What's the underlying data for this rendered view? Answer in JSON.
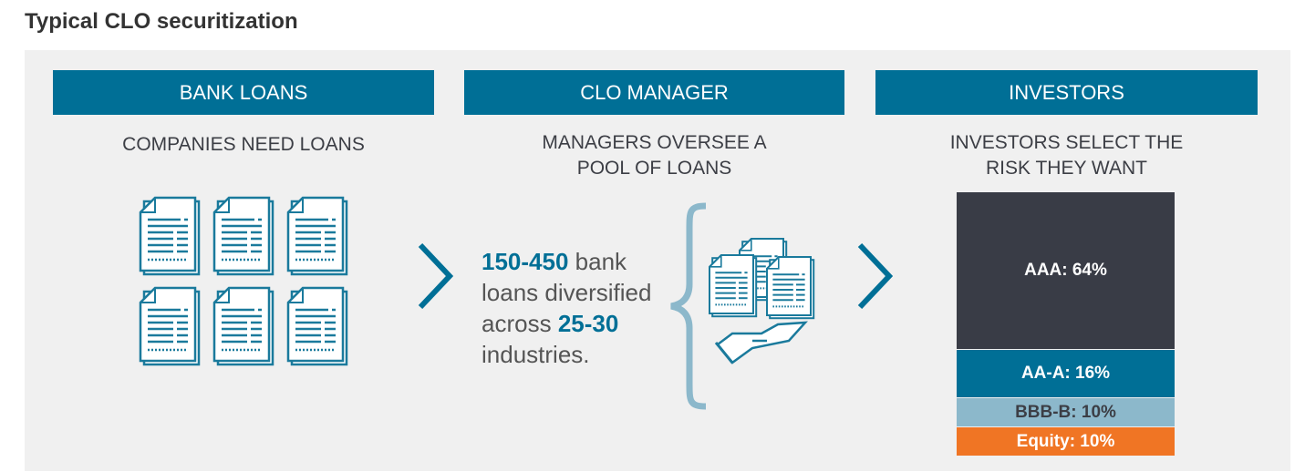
{
  "title": "Typical CLO securitization",
  "columns": [
    {
      "header": "BANK LOANS",
      "subtitle": "COMPANIES NEED LOANS"
    },
    {
      "header": "CLO MANAGER",
      "subtitle_line1": "MANAGERS OVERSEE A",
      "subtitle_line2": "POOL OF LOANS"
    },
    {
      "header": "INVESTORS",
      "subtitle_line1": "INVESTORS SELECT THE",
      "subtitle_line2": "RISK THEY WANT"
    }
  ],
  "manager_text": {
    "num1": "150-450",
    "t1": " bank loans diversified across ",
    "num2": "25-30",
    "t2": " industries."
  },
  "tranches": [
    {
      "label": "AAA: 64%",
      "value": 64,
      "color": "#393c46"
    },
    {
      "label": "AA-A: 16%",
      "value": 16,
      "color": "#006f96"
    },
    {
      "label": "BBB-B: 10%",
      "value": 10,
      "color": "#8cb8cb"
    },
    {
      "label": "Equity: 10%",
      "value": 10,
      "color": "#f07524"
    }
  ]
}
